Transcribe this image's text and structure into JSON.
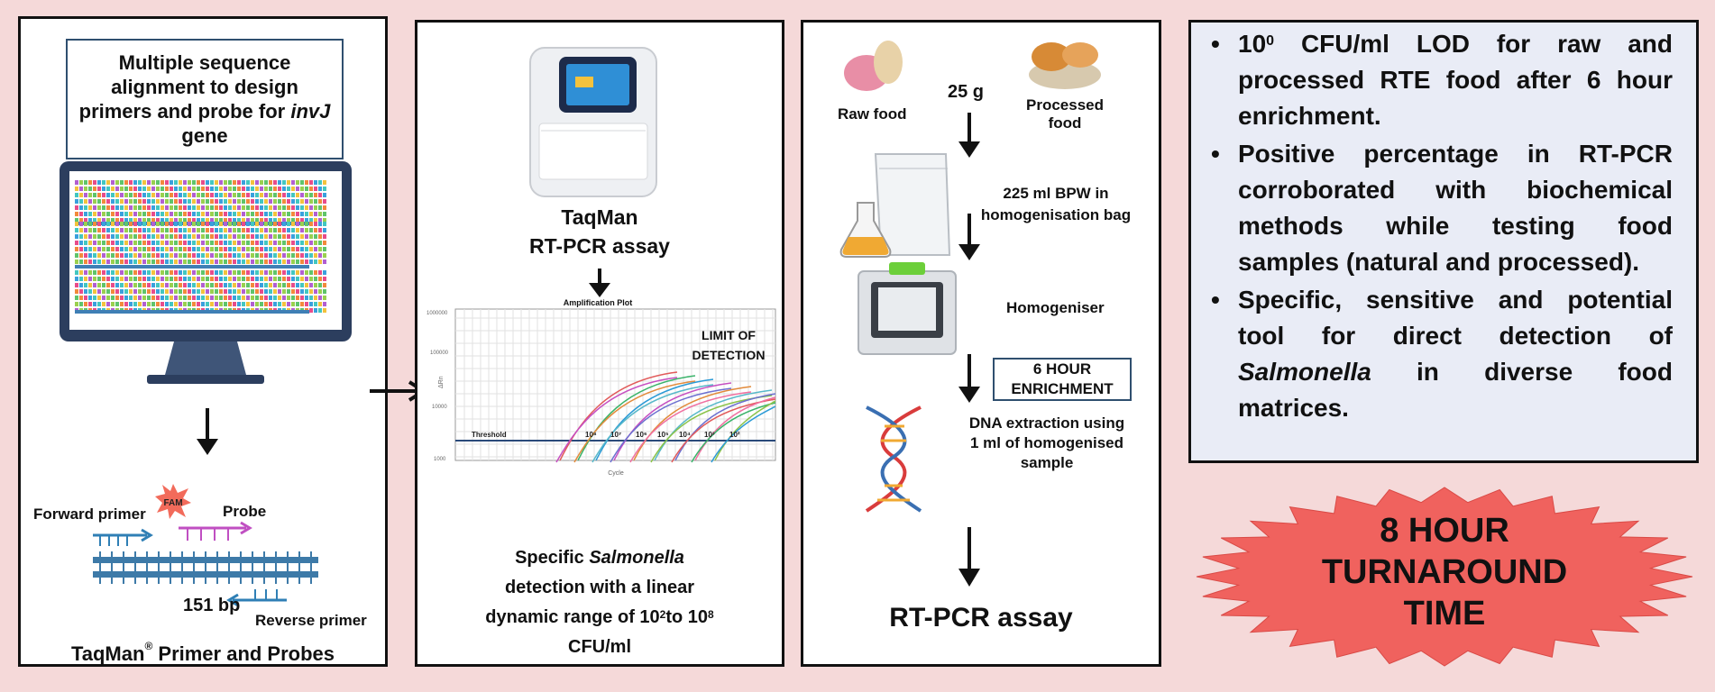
{
  "panel1": {
    "heading_lines": [
      "Multiple sequence",
      "alignment to design",
      "primers and probe for"
    ],
    "heading_gene_italic": "invJ",
    "heading_gene_word": "gene",
    "forward_primer": "Forward primer",
    "probe": "Probe",
    "fam": "FAM",
    "bp": "151 bp",
    "reverse_primer": "Reverse primer",
    "caption_main": "TaqMan",
    "caption_reg": "®",
    "caption_rest": " Primer and Probes"
  },
  "panel2": {
    "title1": "TaqMan",
    "title2": "RT-PCR assay",
    "plot_title": "Amplification Plot",
    "lod1": "LIMIT OF",
    "lod2": "DETECTION",
    "threshold": "Threshold",
    "xlabel": "Cycle",
    "ylabel": "ΔRn",
    "ytick_top": "1000000",
    "ytick_mid": "100000",
    "ytick_low": "10000",
    "ytick_bottom": "1000",
    "curve_labels": [
      "10⁸",
      "10⁷",
      "10⁶",
      "10⁵",
      "10⁴",
      "10³",
      "10²"
    ],
    "cap1_pre": "Specific ",
    "cap1_italic": "Salmonella",
    "cap2": "detection with a linear",
    "cap3_pre": "dynamic range of 10",
    "cap3_sup1": "2",
    "cap3_mid": "to 10",
    "cap3_sup2": "8",
    "cap4": "CFU/ml"
  },
  "panel3": {
    "raw": "Raw food",
    "g25": "25 g",
    "processed1": "Processed",
    "processed2": "food",
    "bpw1": "225 ml BPW in",
    "bpw2": "homogenisation bag",
    "homogeniser": "Homogeniser",
    "enrich1": "6 HOUR",
    "enrich2": "ENRICHMENT",
    "dna1": "DNA extraction using",
    "dna2": "1 ml of homogenised",
    "dna3": "sample",
    "assay": "RT-PCR assay"
  },
  "panel4": {
    "b1_pre": "10",
    "b1_sup": "0",
    "b1_rest": " CFU/ml  LOD  for  raw  and processed RTE food after 6 hour enrichment.",
    "b2": "Positive percentage in RT-PCR corroborated with biochemical methods while testing food samples (natural and processed).",
    "b3_pre": "Specific, sensitive and potential tool for direct  detection of ",
    "b3_italic": "Salmonella",
    "b3_rest": "  in diverse food matrices."
  },
  "badge": {
    "line1": "8 HOUR",
    "line2": "TURNAROUND",
    "line3": "TIME"
  }
}
